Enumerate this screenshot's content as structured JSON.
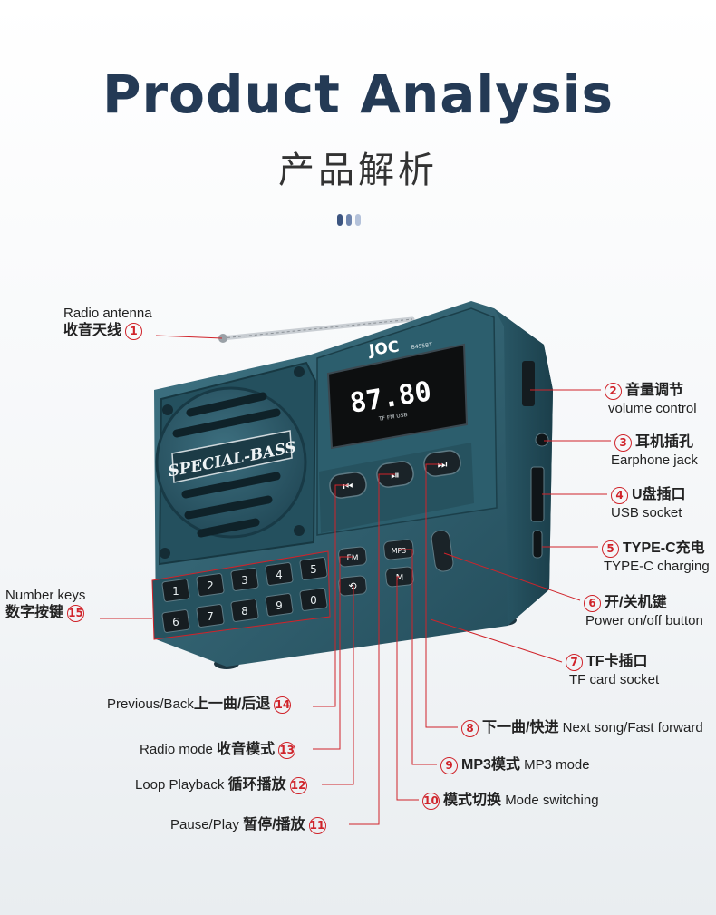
{
  "header": {
    "title": "Product Analysis",
    "subtitle": "产品解析"
  },
  "device": {
    "brand": "JOC",
    "model": "B455BT",
    "display_value": "87.80",
    "display_indicators": "TF  FM  USB",
    "speaker_label": "SPECIAL-BASS",
    "mode_buttons": {
      "fm": "FM",
      "mp3": "MP3",
      "m": "M"
    },
    "number_keys": [
      "1",
      "2",
      "3",
      "4",
      "5",
      "6",
      "7",
      "8",
      "9",
      "0"
    ]
  },
  "callouts": {
    "c1": {
      "num": "1",
      "cn": "收音天线",
      "en": "Radio antenna"
    },
    "c2": {
      "num": "2",
      "cn": "音量调节",
      "en": "volume control"
    },
    "c3": {
      "num": "3",
      "cn": "耳机插孔",
      "en": "Earphone jack"
    },
    "c4": {
      "num": "4",
      "cn": "U盘插口",
      "en": "USB socket"
    },
    "c5": {
      "num": "5",
      "cn": "TYPE-C充电",
      "en": "TYPE-C charging"
    },
    "c6": {
      "num": "6",
      "cn": "开/关机键",
      "en": "Power on/off button"
    },
    "c7": {
      "num": "7",
      "cn": "TF卡插口",
      "en": "TF card socket"
    },
    "c8": {
      "num": "8",
      "cn": "下一曲/快进",
      "en": "Next song/Fast forward"
    },
    "c9": {
      "num": "9",
      "cn": "MP3模式",
      "en": "MP3 mode"
    },
    "c10": {
      "num": "10",
      "cn": "模式切换",
      "en": "Mode switching"
    },
    "c11": {
      "num": "11",
      "cn": "暂停/播放",
      "en": "Pause/Play"
    },
    "c12": {
      "num": "12",
      "cn": "循环播放",
      "en": "Loop Playback"
    },
    "c13": {
      "num": "13",
      "cn": "收音模式",
      "en": "Radio mode"
    },
    "c14": {
      "num": "14",
      "cn": "上一曲/后退",
      "en": "Previous/Back"
    },
    "c15": {
      "num": "15",
      "cn": "数字按键",
      "en": "Number keys"
    }
  },
  "colors": {
    "title": "#243a55",
    "body": "#2a5566",
    "callout_line": "#d0232a",
    "display_text": "#ffffff"
  }
}
